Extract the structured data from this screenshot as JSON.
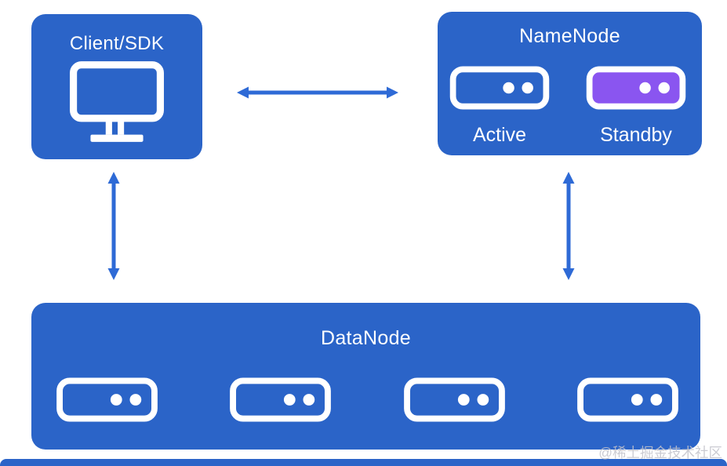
{
  "colors": {
    "box_blue": "#2b64c8",
    "arrow_blue": "#2e6ad6",
    "standby_purple": "#8a55f0",
    "icon_white": "#ffffff",
    "watermark_gray": "#c3c3cb",
    "background": "#ffffff"
  },
  "client": {
    "label": "Client/SDK",
    "icon": "monitor-icon"
  },
  "namenode": {
    "title": "NameNode",
    "nodes": [
      {
        "label": "Active",
        "state": "active",
        "icon": "server-icon",
        "fill": "transparent"
      },
      {
        "label": "Standby",
        "state": "standby",
        "icon": "server-icon",
        "fill": "#8a55f0"
      }
    ]
  },
  "datanode": {
    "title": "DataNode",
    "server_count": 4
  },
  "arrows": [
    {
      "name": "client-namenode",
      "type": "double-headed",
      "orientation": "horizontal"
    },
    {
      "name": "client-datanode",
      "type": "double-headed",
      "orientation": "vertical"
    },
    {
      "name": "namenode-datanode",
      "type": "double-headed",
      "orientation": "vertical"
    }
  ],
  "watermark": {
    "text": "@稀土掘金技术社区"
  }
}
